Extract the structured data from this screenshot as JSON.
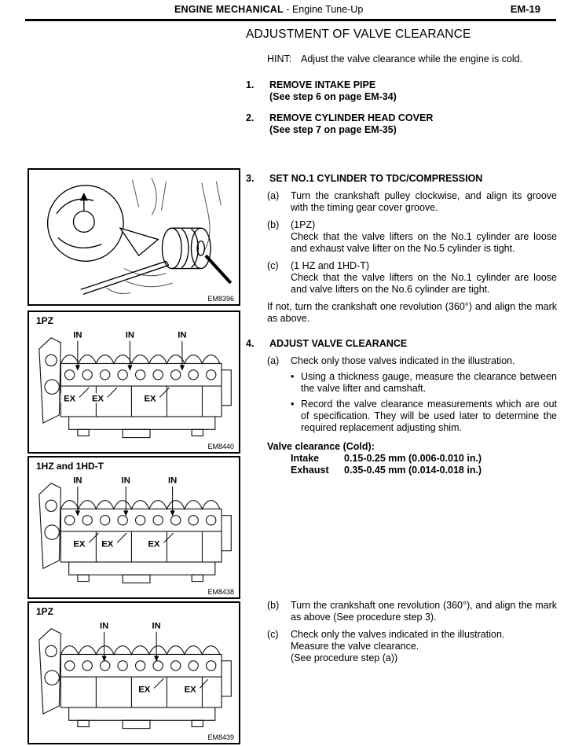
{
  "header": {
    "section": "ENGINE MECHANICAL",
    "subtitle": "-  Engine Tune-Up",
    "page_code": "EM-19"
  },
  "title": "ADJUSTMENT OF VALVE CLEARANCE",
  "hint": {
    "label": "HINT:",
    "text": "Adjust the valve clearance while the engine is cold."
  },
  "steps": {
    "s1": {
      "num": "1.",
      "title": "REMOVE INTAKE PIPE",
      "ref": "(See step 6 on page EM-34)"
    },
    "s2": {
      "num": "2.",
      "title": "REMOVE CYLINDER HEAD COVER",
      "ref": "(See step 7 on page EM-35)"
    },
    "s3": {
      "num": "3.",
      "title": "SET NO.1 CYLINDER TO TDC/COMPRESSION",
      "a_label": "(a)",
      "a_text": "Turn the crankshaft pulley clockwise, and align its groove with the timing gear cover groove.",
      "b_label": "(b)",
      "b_head": "(1PZ)",
      "b_text": "Check that the valve lifters on the No.1 cylinder are loose and exhaust valve lifter on the No.5 cylinder is tight.",
      "c_label": "(c)",
      "c_head": "(1 HZ and 1HD-T)",
      "c_text": "Check that the valve lifters on the No.1 cylinder are loose and valve lifters on the No.6 cylinder are tight.",
      "note": "If not, turn the crankshaft one revolution (360°) and align the mark as above."
    },
    "s4": {
      "num": "4.",
      "title": "ADJUST VALVE CLEARANCE",
      "a_label": "(a)",
      "a_text": "Check only those valves indicated in the illustration.",
      "bullet_glyph": "•",
      "bullet1": "Using a thickness gauge, measure the clearance between the valve lifter and camshaft.",
      "bullet2": "Record the valve clearance measurements which are out of specification. They will be used later to determine the required replacement adjusting shim.",
      "spec_title": "Valve clearance (Cold):",
      "intake_label": "Intake",
      "intake_value": "0.15-0.25 mm (0.006-0.010 in.)",
      "exhaust_label": "Exhaust",
      "exhaust_value": "0.35-0.45 mm (0.014-0.018 in.)",
      "b_label": "(b)",
      "b_text": "Turn the crankshaft one revolution (360°), and align the mark as above (See procedure step 3).",
      "c_label": "(c)",
      "c_line1": "Check only the valves indicated in the illustration.",
      "c_line2": "Measure the valve clearance.",
      "c_line3": "(See procedure step (a))"
    }
  },
  "figures": {
    "fig1": {
      "code": "EM8396"
    },
    "fig2": {
      "model": "1PZ",
      "code": "EM8440",
      "in_label": "IN",
      "ex_label": "EX"
    },
    "fig3": {
      "model": "1HZ and 1HD-T",
      "code": "EM8438",
      "in_label": "IN",
      "ex_label": "EX"
    },
    "fig4": {
      "model": "1PZ",
      "code": "EM8439",
      "in_label": "IN",
      "ex_label": "EX"
    }
  }
}
